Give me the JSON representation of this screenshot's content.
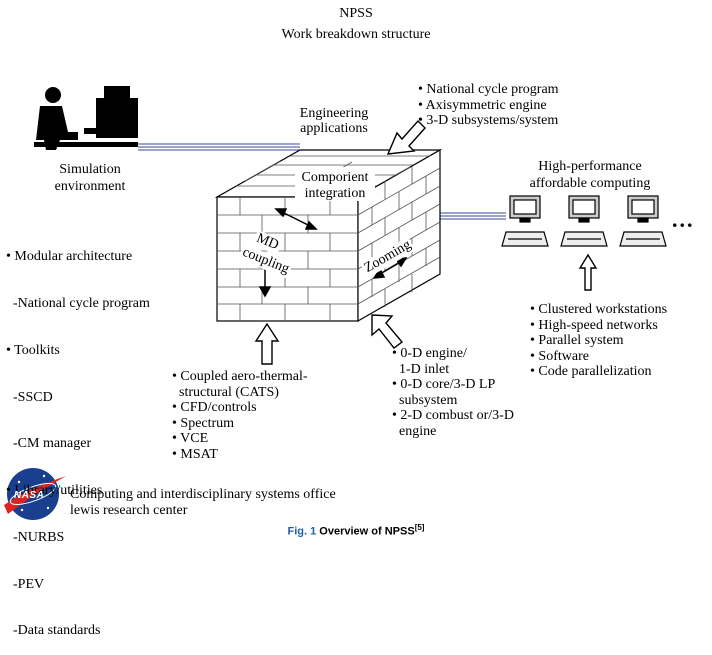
{
  "header": {
    "title": "NPSS",
    "subtitle": "Work breakdown structure"
  },
  "simulation": {
    "label_line1": "Simulation",
    "label_line2": "environment",
    "items": [
      "• Modular architecture",
      "  -National cycle program",
      "• Toolkits",
      "  -SSCD",
      "  -CM manager",
      "• Library/utilities",
      "  -NURBS",
      "  -PEV",
      "  -Data standards"
    ]
  },
  "engineering": {
    "label_line1": "Engineering",
    "label_line2": "applications",
    "items": [
      "• National cycle program",
      "• Axisymmetric engine",
      "• 3-D subsystems/system"
    ]
  },
  "computing": {
    "label_line1": "High-performance",
    "label_line2": "affordable computing",
    "ellipsis": "...",
    "items": [
      "• Clustered workstations",
      "• High-speed networks",
      "• Parallel system",
      "• Software",
      "• Code parallelization"
    ]
  },
  "cube": {
    "top_line1": "Comporient",
    "top_line2": "integration",
    "left_line1": "MD",
    "left_line2": "coupling",
    "right_label": "Zooming"
  },
  "coupled": {
    "items": [
      "• Coupled aero-thermal-",
      "  structural (CATS)",
      "• CFD/controls",
      "• Spectrum",
      "• VCE",
      "• MSAT"
    ]
  },
  "zero_d": {
    "items": [
      "• 0-D engine/",
      "  1-D inlet",
      "• 0-D core/3-D LP",
      "  subsystem",
      "• 2-D combust or/3-D",
      "  engine"
    ]
  },
  "footer": {
    "logo_text": "NASA",
    "org_line1": "Computing and interdisciplinary systems office",
    "org_line2": "lewis research center"
  },
  "caption": {
    "prefix": "Fig. 1",
    "text": " Overview of NPSS",
    "ref": "[5]"
  },
  "colors": {
    "caption_accent": "#1f5fa8",
    "connector": "#3a4a9a",
    "logo_blue": "#1a3f8f",
    "logo_red": "#d22"
  }
}
